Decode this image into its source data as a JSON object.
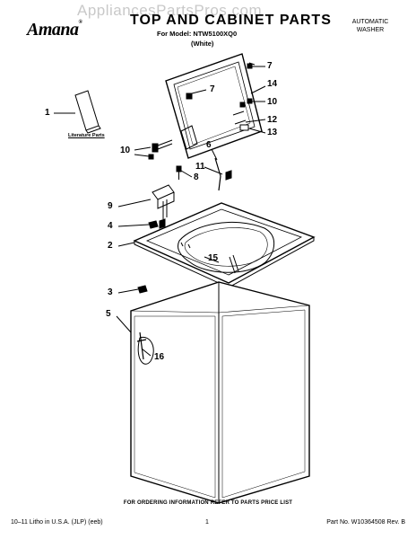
{
  "header": {
    "watermark": "AppliancesPartsPros.com",
    "logo": "Amana",
    "title": "TOP AND CABINET PARTS",
    "model_line": "For Model: NTW5100XQ0",
    "color_line": "(White)",
    "product_line1": "AUTOMATIC",
    "product_line2": "WASHER"
  },
  "diagram": {
    "literature_label": "Literature Parts",
    "callouts": [
      "1",
      "7",
      "7",
      "14",
      "10",
      "12",
      "13",
      "10",
      "6",
      "11",
      "8",
      "9",
      "4",
      "2",
      "15",
      "3",
      "5",
      "16"
    ]
  },
  "footer": {
    "ordering_note": "FOR ORDERING INFORMATION REFER TO PARTS PRICE LIST",
    "print_info": "10–11 Litho in U.S.A. (JLP) (eeb)",
    "page_number": "1",
    "part_number": "Part No. W10364508 Rev. B"
  }
}
